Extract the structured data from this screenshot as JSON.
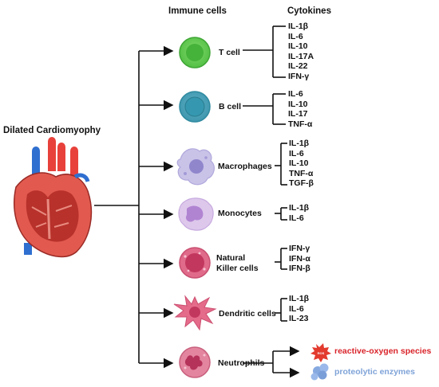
{
  "title": "Dilated Cardiomyophy",
  "headers": {
    "immune_cells": "Immune cells",
    "cytokines": "Cytokines"
  },
  "cells": [
    {
      "label": "T cell",
      "cytokines": [
        "IL-1β",
        "IL-6",
        "IL-10",
        "IL-17A",
        "IL-22",
        "IFN-γ"
      ]
    },
    {
      "label": "B cell",
      "cytokines": [
        "IL-6",
        "IL-10",
        "IL-17",
        "TNF-α"
      ]
    },
    {
      "label": "Macrophages",
      "cytokines": [
        "IL-1β",
        "IL-6",
        "IL-10",
        "TNF-α",
        "TGF-β"
      ]
    },
    {
      "label": "Monocytes",
      "cytokines": [
        "IL-1β",
        "IL-6"
      ]
    },
    {
      "label": "Natural Killer cells",
      "label_lines": [
        "Natural",
        "Killer cells"
      ],
      "cytokines": [
        "IFN-γ",
        "IFN-α",
        "IFN-β"
      ]
    },
    {
      "label": "Dendritic cells",
      "cytokines": [
        "IL-1β",
        "IL-6",
        "IL-23"
      ]
    },
    {
      "label": "Neutrophils",
      "cytokines": []
    }
  ],
  "neutrophil_products": {
    "ros": "reactive-oxygen species",
    "ros_badge": "ROS",
    "enzymes": "proteolytic enzymes"
  },
  "colors": {
    "line": "#111111",
    "ros_text": "#d9242a",
    "enzymes_text": "#7fa3d8"
  }
}
